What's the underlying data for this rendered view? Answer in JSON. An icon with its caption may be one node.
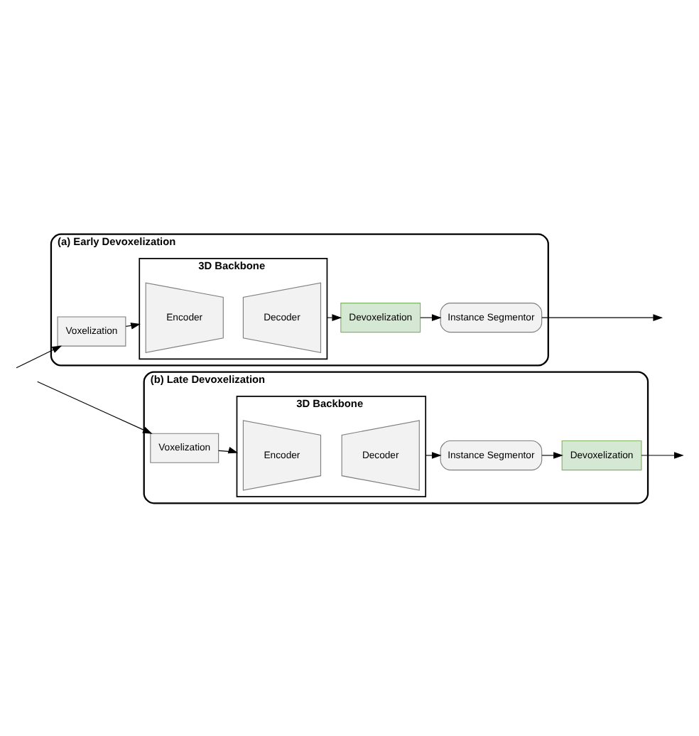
{
  "diagram": {
    "nodes": [
      {
        "text": [
          "(a) Early Devoxelization"
        ]
      },
      {
        "text": [
          "Voxelization"
        ],
        "in": 0
      },
      {
        "text": [
          "3D Backbone"
        ],
        "in": 0
      },
      {
        "text": [
          "Encoder"
        ],
        "in": 2
      },
      {
        "text": [
          "Decoder"
        ],
        "in": 2
      },
      {
        "text": [
          "Devoxelization"
        ],
        "in": 0
      },
      {
        "text": [
          "Instance Segmentor"
        ],
        "in": 0
      },
      {
        "text": [
          "(b) Late Devoxelization"
        ]
      },
      {
        "text": [
          "Voxelization"
        ],
        "in": 7
      },
      {
        "text": [
          "3D Backbone"
        ],
        "in": 7
      },
      {
        "text": [
          "Encoder"
        ],
        "in": 9
      },
      {
        "text": [
          "Decoder"
        ],
        "in": 9
      },
      {
        "text": [
          "Instance Segmentor"
        ],
        "in": 7
      },
      {
        "text": [
          "Devoxelization"
        ],
        "in": 7
      }
    ],
    "edges": [
      {
        "from": null,
        "to": 1,
        "arrow": "to"
      },
      {
        "from": 1,
        "to": 2,
        "arrow": "to"
      },
      {
        "from": 2,
        "to": 5,
        "arrow": "to"
      },
      {
        "from": 5,
        "to": 6,
        "arrow": "to"
      },
      {
        "from": 6,
        "to": null,
        "arrow": "to"
      },
      {
        "from": null,
        "to": 8,
        "arrow": "to"
      },
      {
        "from": 8,
        "to": 9,
        "arrow": "to"
      },
      {
        "from": 9,
        "to": 12,
        "arrow": "to"
      },
      {
        "from": 12,
        "to": 13,
        "arrow": "to"
      },
      {
        "from": 13,
        "to": null,
        "arrow": "to"
      }
    ]
  }
}
